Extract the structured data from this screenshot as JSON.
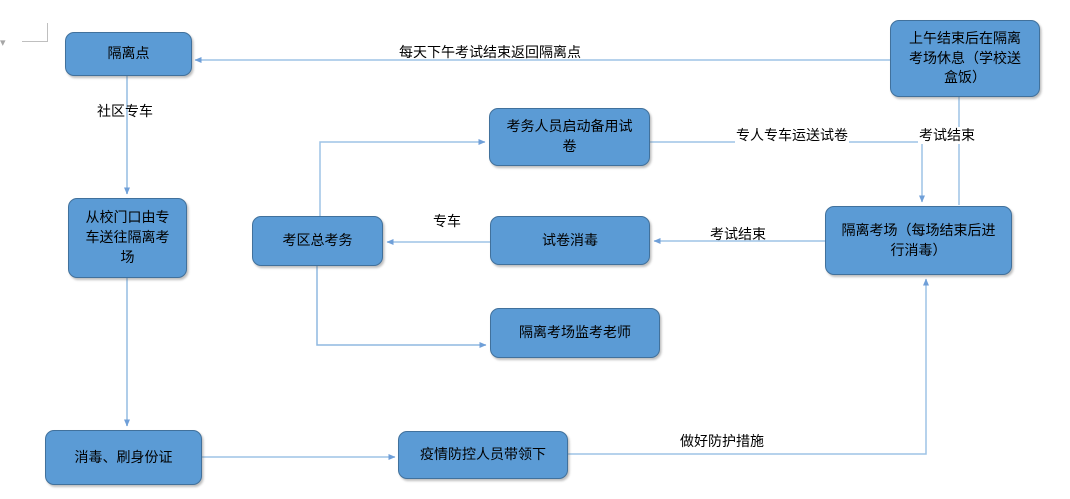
{
  "diagram": {
    "type": "flowchart",
    "topic": "quarantine exam-day epidemic-control process",
    "colors": {
      "node_fill": "#5B9BD5",
      "node_border": "#41719C",
      "connector": "#9DC3E6",
      "arrowhead": "#6F9FD8",
      "text": "#000000",
      "page_background": "#FFFFFF"
    },
    "nodes": {
      "isolation_point": {
        "label": "隔离点"
      },
      "rest_room": {
        "label": "上午结束后在隔离考场休息（学校送盒饭）"
      },
      "backup_papers": {
        "label": "考务人员启动备用试卷"
      },
      "chief_exam_affairs": {
        "label": "考区总考务"
      },
      "paper_disinfection": {
        "label": "试卷消毒"
      },
      "quarantine_room": {
        "label": "隔离考场（每场结束后进行消毒）"
      },
      "invigilators": {
        "label": "隔离考场监考老师"
      },
      "school_gate": {
        "label": "从校门口由专车送往隔离考场"
      },
      "disinfect_id": {
        "label": "消毒、刷身份证"
      },
      "epidemic_staff": {
        "label": "疫情防控人员带领下"
      }
    },
    "edge_labels": {
      "daily_return": {
        "label": "每天下午考试结束返回隔离点"
      },
      "community_vehicle": {
        "label": "社区专车"
      },
      "dedicated_transport": {
        "label": "专人专车运送试卷"
      },
      "exam_end_top": {
        "label": "考试结束"
      },
      "exam_end_mid": {
        "label": "考试结束"
      },
      "special_vehicle": {
        "label": "专车"
      },
      "protection": {
        "label": "做好防护措施"
      }
    },
    "connections": [
      {
        "from": "rest_room",
        "to": "isolation_point",
        "label": "每天下午考试结束返回隔离点"
      },
      {
        "from": "isolation_point",
        "to": "school_gate",
        "label": "社区专车"
      },
      {
        "from": "school_gate",
        "to": "disinfect_id",
        "label": ""
      },
      {
        "from": "disinfect_id",
        "to": "epidemic_staff",
        "label": ""
      },
      {
        "from": "epidemic_staff",
        "to": "quarantine_room",
        "label": "做好防护措施"
      },
      {
        "from": "backup_papers",
        "to": "quarantine_room",
        "label": "专人专车运送试卷"
      },
      {
        "from": "rest_room",
        "to": "quarantine_room",
        "label": "考试结束"
      },
      {
        "from": "quarantine_room",
        "to": "paper_disinfection",
        "label": "考试结束"
      },
      {
        "from": "paper_disinfection",
        "to": "chief_exam_affairs",
        "label": "专车"
      },
      {
        "from": "chief_exam_affairs",
        "to": "backup_papers",
        "label": ""
      },
      {
        "from": "chief_exam_affairs",
        "to": "invigilators",
        "label": ""
      }
    ]
  }
}
